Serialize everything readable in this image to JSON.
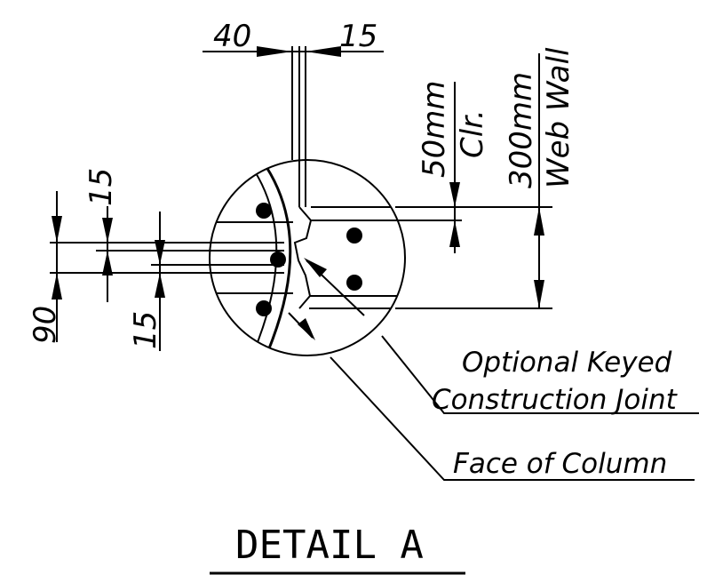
{
  "dimensions": {
    "top_left": "40",
    "top_right": "15",
    "clear_value": "50mm",
    "clear_label": "Clr.",
    "wall_value": "300mm",
    "wall_label": "Web Wall",
    "left_top": "15",
    "left_bottom": "15",
    "left_total": "90"
  },
  "notes": {
    "keyed_line1": "Optional Keyed",
    "keyed_line2": "Construction Joint",
    "face": "Face of Column"
  },
  "title": "DETAIL A"
}
